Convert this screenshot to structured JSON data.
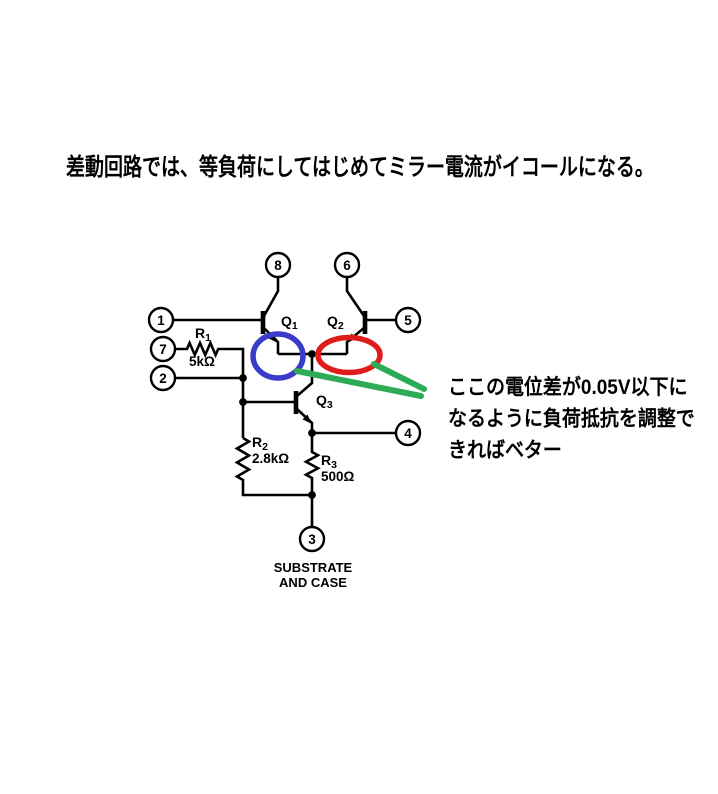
{
  "title": {
    "text": "差動回路では、等負荷にしてはじめてミラー電流がイコールになる。"
  },
  "annotation": {
    "line1": "ここの電位差が0.05V以下に",
    "line2": "なるように負荷抵抗を調整で",
    "line3": "きればベター",
    "color": "#2eab56"
  },
  "highlights": {
    "left_ellipse_color": "#3b3bca",
    "right_ellipse_color": "#e01b1b",
    "pointer_line_color": "#2eab56"
  },
  "circuit": {
    "line_color": "#000000",
    "terminals": {
      "t8": "8",
      "t6": "6",
      "t1": "1",
      "t5": "5",
      "t7": "7",
      "t2": "2",
      "t4": "4",
      "t3": "3"
    },
    "transistors": {
      "q1": {
        "name": "Q",
        "sub": "1"
      },
      "q2": {
        "name": "Q",
        "sub": "2"
      },
      "q3": {
        "name": "Q",
        "sub": "3"
      }
    },
    "resistors": {
      "r1": {
        "name": "R",
        "sub": "1",
        "value": "5kΩ"
      },
      "r2": {
        "name": "R",
        "sub": "2",
        "value": "2.8kΩ"
      },
      "r3": {
        "name": "R",
        "sub": "3",
        "value": "500Ω"
      }
    },
    "substrate": {
      "line1": "SUBSTRATE",
      "line2": "AND CASE"
    }
  }
}
